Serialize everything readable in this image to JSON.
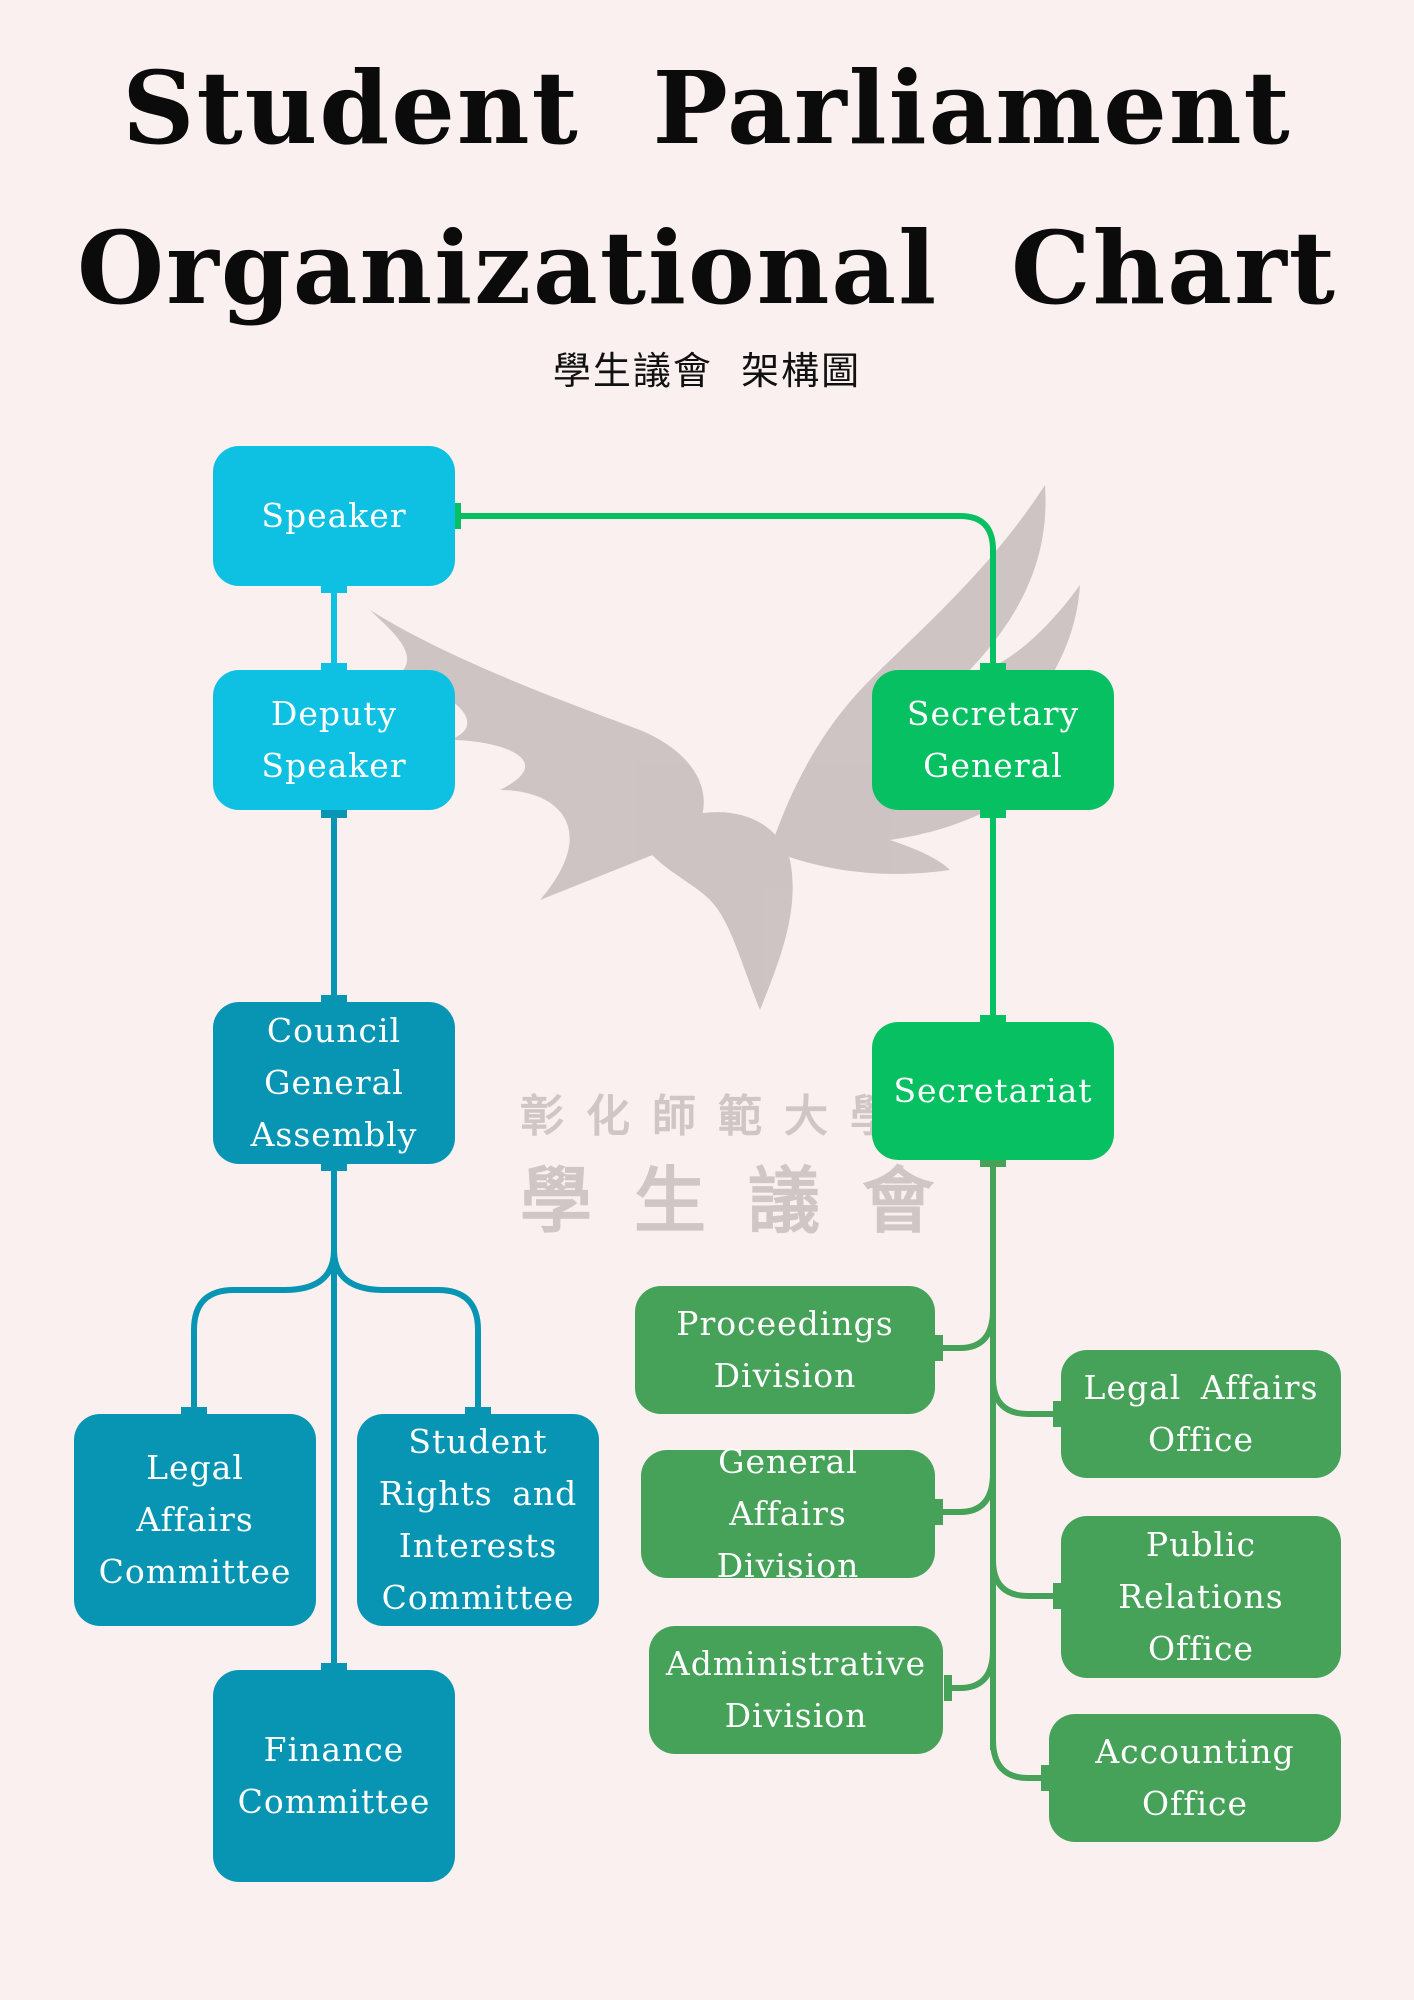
{
  "title": {
    "line1": "Student Parliament",
    "line2": "Organizational Chart",
    "subtitle": "學生議會  架構圖"
  },
  "watermark": {
    "line1": "彰化師範大學",
    "line2": "學生議會"
  },
  "nodes": {
    "speaker": "Speaker",
    "deputy_speaker": "Deputy\nSpeaker",
    "council_general_assembly": "Council\nGeneral\nAssembly",
    "legal_affairs_committee": "Legal\nAffairs\nCommittee",
    "student_rights_committee": "Student\nRights and\nInterests\nCommittee",
    "finance_committee": "Finance\nCommittee",
    "secretary_general": "Secretary\nGeneral",
    "secretariat": "Secretariat",
    "proceedings_division": "Proceedings\nDivision",
    "general_affairs_division": "General Affairs\nDivision",
    "administrative_division": "Administrative\nDivision",
    "legal_affairs_office": "Legal Affairs\nOffice",
    "public_relations_office": "Public\nRelations\nOffice",
    "accounting_office": "Accounting\nOffice"
  },
  "colors": {
    "background": "#f9f0ef",
    "speaker_fill": "#0ec0e1",
    "assembly_fill": "#0795b3",
    "secretary_fill": "#07c061",
    "division_fill": "#46a159",
    "connector_speaker": "#0ec0e1",
    "connector_assembly": "#0795b3",
    "connector_secretary": "#07c061",
    "connector_secretariat": "#46a159",
    "watermark": "#c9bfbf"
  }
}
